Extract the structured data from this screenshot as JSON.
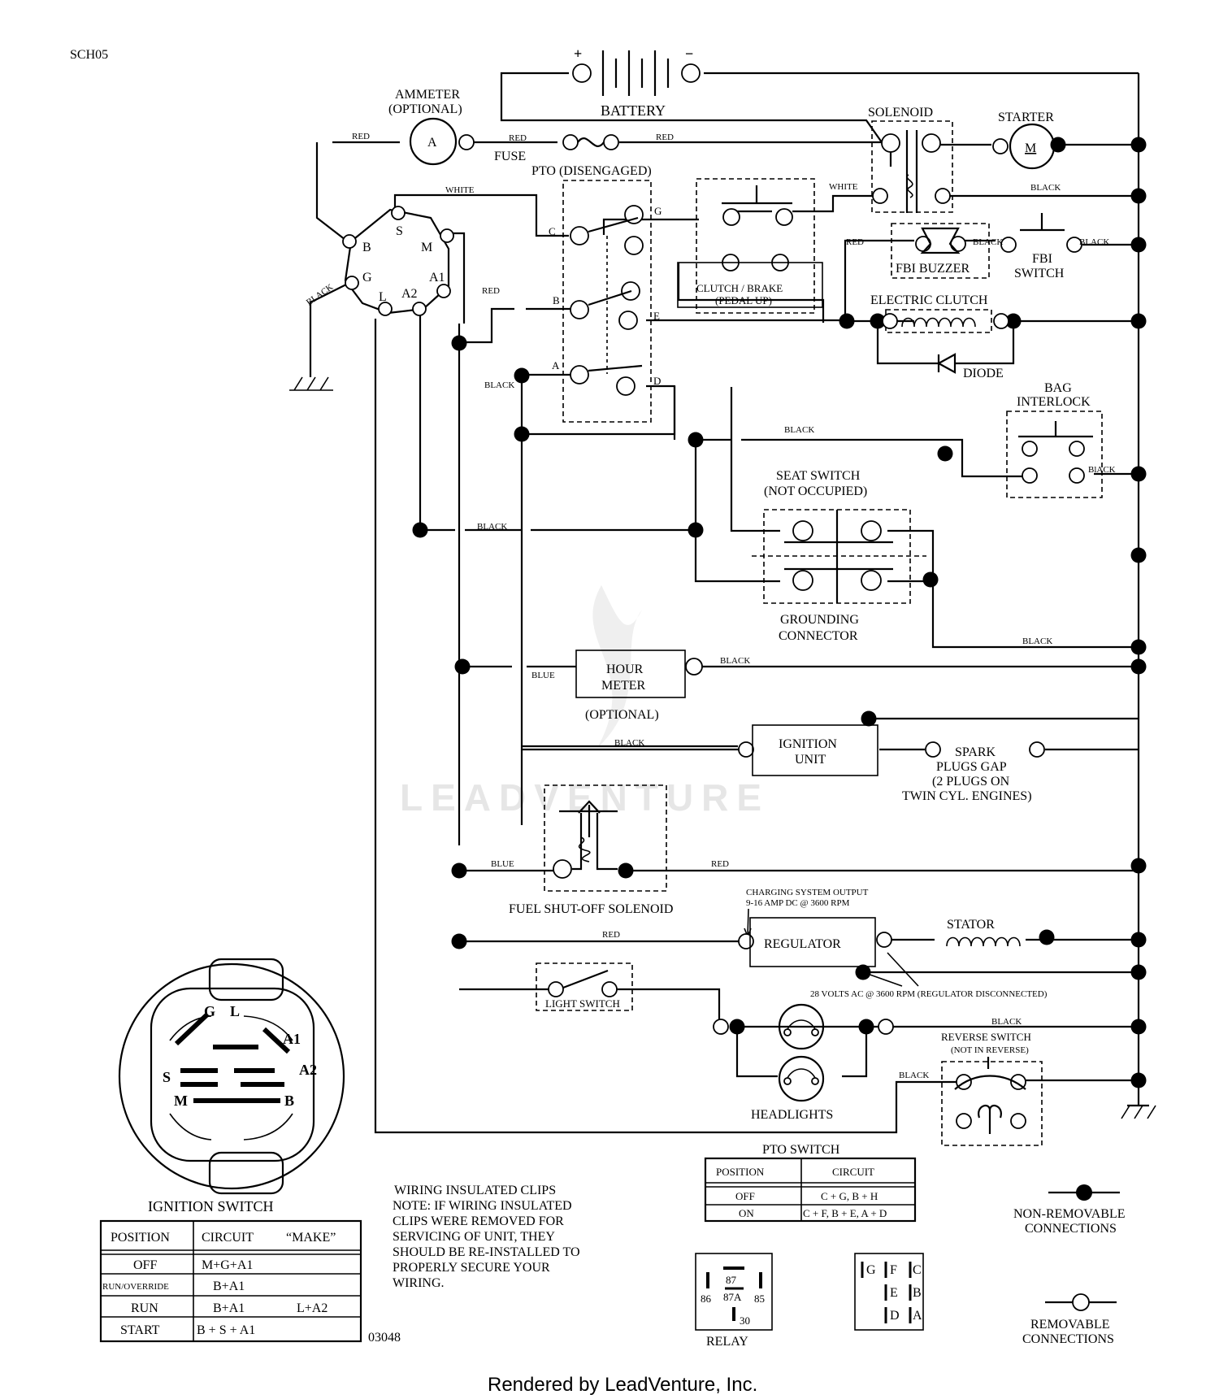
{
  "doc_code": "SCH05",
  "part_number": "03048",
  "watermark": "LEADVENTURE",
  "footer": "Rendered by LeadVenture, Inc.",
  "components": {
    "ammeter": [
      "AMMETER",
      "(OPTIONAL)"
    ],
    "ammeter_symbol": "A",
    "battery": "BATTERY",
    "battery_plus": "+",
    "battery_minus": "−",
    "solenoid": "SOLENOID",
    "starter": "STARTER",
    "starter_symbol": "M",
    "fuse": "FUSE",
    "pto": "PTO (DISENGAGED)",
    "clutch_brake": [
      "CLUTCH / BRAKE",
      "(PEDAL UP)"
    ],
    "fbi_buzzer": "FBI BUZZER",
    "fbi_switch": [
      "FBI",
      "SWITCH"
    ],
    "electric_clutch": "ELECTRIC CLUTCH",
    "diode": "DIODE",
    "bag_interlock": [
      "BAG",
      "INTERLOCK"
    ],
    "seat_switch": [
      "SEAT SWITCH",
      "(NOT OCCUPIED)"
    ],
    "grounding_connector": [
      "GROUNDING",
      "CONNECTOR"
    ],
    "hour_meter": [
      "HOUR",
      "METER"
    ],
    "hour_meter_optional": "(OPTIONAL)",
    "ignition_unit": [
      "IGNITION",
      "UNIT"
    ],
    "spark_plugs": [
      "SPARK",
      "PLUGS GAP",
      "(2 PLUGS ON",
      "TWIN CYL. ENGINES)"
    ],
    "fuel_solenoid": "FUEL SHUT-OFF SOLENOID",
    "charging_output": [
      "CHARGING SYSTEM OUTPUT",
      "9-16 AMP DC @ 3600 RPM"
    ],
    "regulator": "REGULATOR",
    "stator": "STATOR",
    "ac_note": "28 VOLTS AC @ 3600 RPM (REGULATOR DISCONNECTED)",
    "light_switch": "LIGHT SWITCH",
    "headlights": "HEADLIGHTS",
    "reverse_switch": [
      "REVERSE SWITCH",
      "(NOT IN REVERSE)"
    ],
    "ignition_switch": "IGNITION SWITCH",
    "relay": "RELAY"
  },
  "wire_labels": {
    "red": "RED",
    "white": "WHITE",
    "black": "BLACK",
    "blue": "BLUE",
    "black_misspelled": "BlACK"
  },
  "terminals": {
    "ign_switch": [
      "B",
      "S",
      "M",
      "G",
      "L",
      "A2",
      "A1"
    ],
    "pto": [
      "G",
      "C",
      "B",
      "E",
      "A",
      "D"
    ],
    "switch_face": [
      "G",
      "L",
      "A1",
      "S",
      "A2",
      "M",
      "B"
    ],
    "relay": [
      "87",
      "86",
      "87A",
      "85",
      "30"
    ],
    "pto_face": [
      "G",
      "F",
      "C",
      "E",
      "B",
      "D",
      "A"
    ]
  },
  "ignition_table": {
    "headers": [
      "POSITION",
      "CIRCUIT",
      "“MAKE”"
    ],
    "rows": [
      [
        "OFF",
        "M+G+A1",
        ""
      ],
      [
        "RUN/OVERRIDE",
        "B+A1",
        ""
      ],
      [
        "RUN",
        "B+A1",
        "L+A2"
      ],
      [
        "START",
        "B + S + A1",
        ""
      ]
    ]
  },
  "pto_table": {
    "title": "PTO SWITCH",
    "headers": [
      "POSITION",
      "CIRCUIT"
    ],
    "rows": [
      [
        "OFF",
        "C + G, B + H"
      ],
      [
        "ON",
        "C + F, B + E, A + D"
      ]
    ]
  },
  "note": [
    "WIRING INSULATED CLIPS",
    "NOTE:  IF WIRING INSULATED",
    "CLIPS WERE REMOVED FOR",
    "SERVICING OF UNIT, THEY",
    "SHOULD BE RE-INSTALLED TO",
    "PROPERLY SECURE YOUR",
    "WIRING."
  ],
  "legend": {
    "non_removable": [
      "NON-REMOVABLE",
      "CONNECTIONS"
    ],
    "removable": [
      "REMOVABLE",
      "CONNECTIONS"
    ]
  }
}
